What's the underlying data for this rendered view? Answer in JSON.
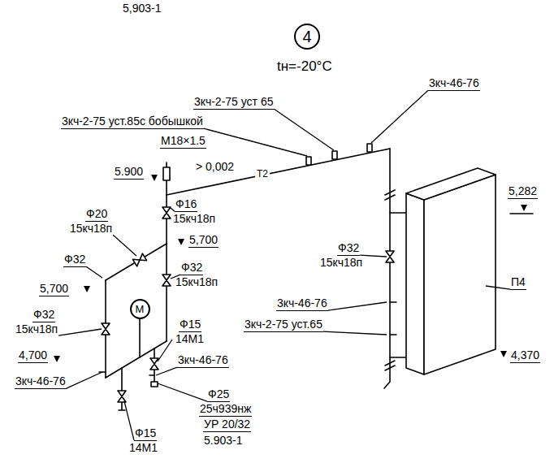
{
  "diagram": {
    "nodes": [
      {
        "text": [
          "4"
        ]
      },
      {
        "text": [
          "М"
        ]
      }
    ],
    "labels": [
      "5,903-1",
      "tн=-20°C",
      "3кч-2-75 уст 65",
      "3кч-46-76",
      "3кч-2-75 уст.85с бобышкой",
      "М18×1.5",
      "5.900",
      "> 0,002",
      "Т2",
      "Ф16",
      "15кч18п",
      "5,700",
      "Ф32",
      "15кч18п",
      "Ф20",
      "15кч18п",
      "Ф32",
      "5,700",
      "Ф32",
      "15кч18п",
      "4,700",
      "3кч-46-76",
      "Ф15",
      "14М1",
      "3кч-46-76",
      "Ф25",
      "25ч939нж",
      "УР 20/32",
      "5.903-1",
      "Ф15",
      "14М1",
      "Ф32",
      "15кч18п",
      "3кч-46-76",
      "3кч-2-75 уст.65",
      "5,282",
      "П4",
      "4,370"
    ]
  }
}
